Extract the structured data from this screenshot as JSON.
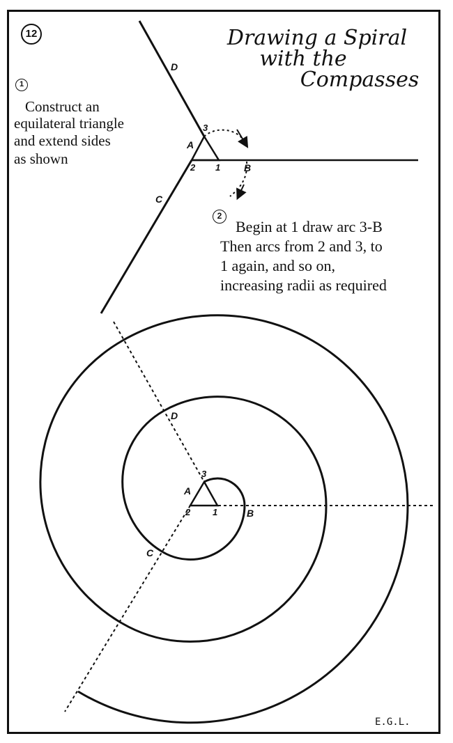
{
  "plate_number": "12",
  "title": {
    "line1": "Drawing a Spiral",
    "line2": "with the",
    "line3": "Compasses"
  },
  "step1": {
    "number": "1",
    "lines": [
      "Construct an",
      "equilateral triangle",
      "and extend sides",
      "as shown"
    ]
  },
  "step2": {
    "number": "2",
    "lines": [
      "Begin at 1 draw arc 3-B",
      "Then arcs from 2 and 3, to",
      "1 again, and so on,",
      "increasing radii as required"
    ]
  },
  "labels": {
    "a": "A",
    "b": "B",
    "c": "C",
    "d": "D",
    "one": "1",
    "two": "2",
    "three": "3"
  },
  "signature": "E.G.L."
}
